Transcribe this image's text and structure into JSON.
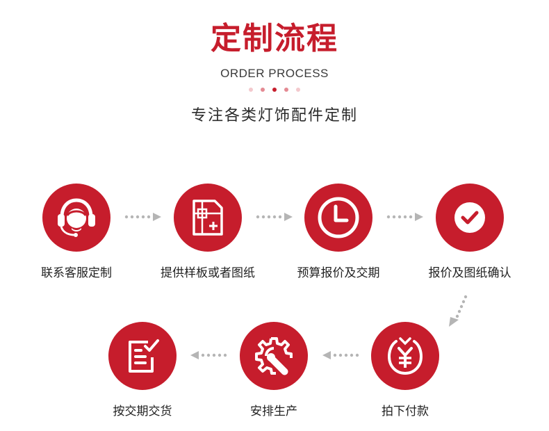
{
  "header": {
    "title": "定制流程",
    "subtitle": "ORDER PROCESS",
    "tagline": "专注各类灯饰配件定制",
    "dot_colors": [
      "#f3c9cd",
      "#e48a93",
      "#c61d2c",
      "#e48a93",
      "#f3c9cd"
    ]
  },
  "steps": [
    {
      "label": "联系客服定制",
      "icon": "customer-service-headset-icon"
    },
    {
      "label": "提供样板或者图纸",
      "icon": "blueprint-drawing-icon"
    },
    {
      "label": "预算报价及交期",
      "icon": "clock-icon"
    },
    {
      "label": "报价及图纸确认",
      "icon": "checkmark-icon"
    },
    {
      "label": "拍下付款",
      "icon": "yen-payment-icon"
    },
    {
      "label": "安排生产",
      "icon": "gear-wrench-icon"
    },
    {
      "label": "按交期交货",
      "icon": "checklist-document-icon"
    }
  ],
  "colors": {
    "accent": "#c61d2c",
    "arrow": "#b5b5b5"
  }
}
